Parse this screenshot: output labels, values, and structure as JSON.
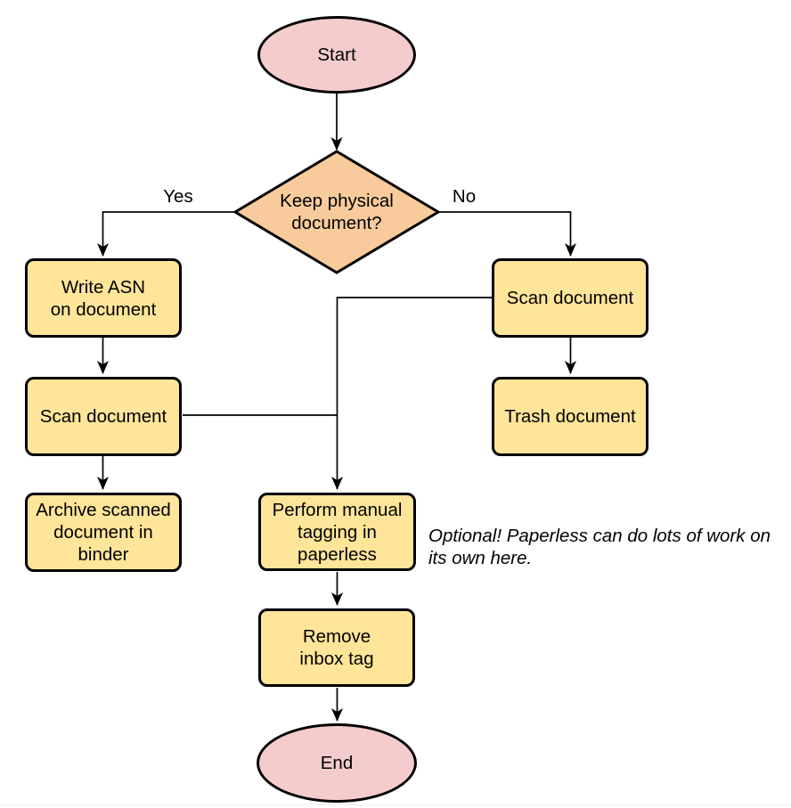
{
  "diagram": {
    "type": "flowchart",
    "colors": {
      "terminator_fill": "#f4cccc",
      "decision_fill": "#f9cb9c",
      "process_fill": "#ffe599",
      "stroke": "#000000"
    },
    "nodes": {
      "start": {
        "label": "Start",
        "shape": "terminator"
      },
      "decision": {
        "label": "Keep physical\ndocument?",
        "shape": "decision"
      },
      "write_asn": {
        "label": "Write ASN\non document",
        "shape": "process"
      },
      "scan_left": {
        "label": "Scan document",
        "shape": "process"
      },
      "archive": {
        "label": "Archive scanned\ndocument in\nbinder",
        "shape": "process"
      },
      "scan_right": {
        "label": "Scan document",
        "shape": "process"
      },
      "trash": {
        "label": "Trash document",
        "shape": "process"
      },
      "tagging": {
        "label": "Perform manual\ntagging in\npaperless",
        "shape": "process"
      },
      "remove_inbox": {
        "label": "Remove\ninbox tag",
        "shape": "process"
      },
      "end": {
        "label": "End",
        "shape": "terminator"
      }
    },
    "edge_labels": {
      "yes": "Yes",
      "no": "No"
    },
    "annotation": "Optional! Paperless can do lots of work on\nits own here."
  }
}
